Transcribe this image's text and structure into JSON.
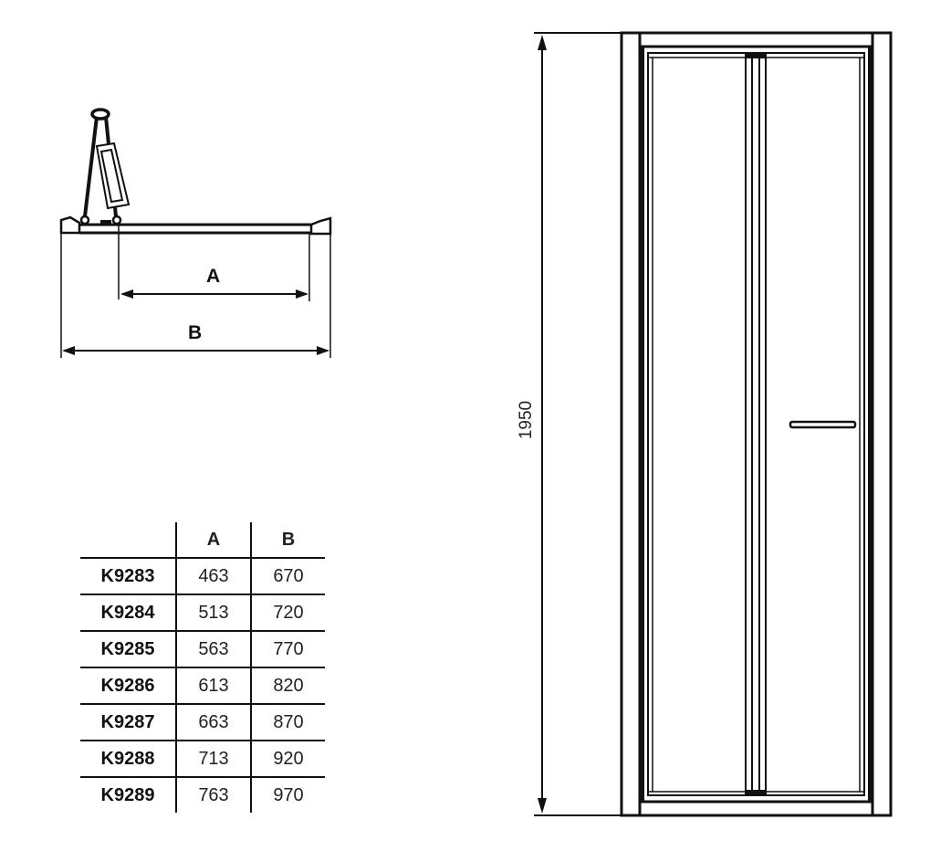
{
  "plan_view": {
    "label_a": "A",
    "label_b": "B"
  },
  "elevation_view": {
    "height_label": "1950"
  },
  "table": {
    "headers": [
      "",
      "A",
      "B"
    ],
    "rows": [
      {
        "code": "K9283",
        "a": "463",
        "b": "670"
      },
      {
        "code": "K9284",
        "a": "513",
        "b": "720"
      },
      {
        "code": "K9285",
        "a": "563",
        "b": "770"
      },
      {
        "code": "K9286",
        "a": "613",
        "b": "820"
      },
      {
        "code": "K9287",
        "a": "663",
        "b": "870"
      },
      {
        "code": "K9288",
        "a": "713",
        "b": "920"
      },
      {
        "code": "K9289",
        "a": "763",
        "b": "970"
      }
    ]
  },
  "colors": {
    "line": "#111111",
    "background": "#ffffff"
  }
}
